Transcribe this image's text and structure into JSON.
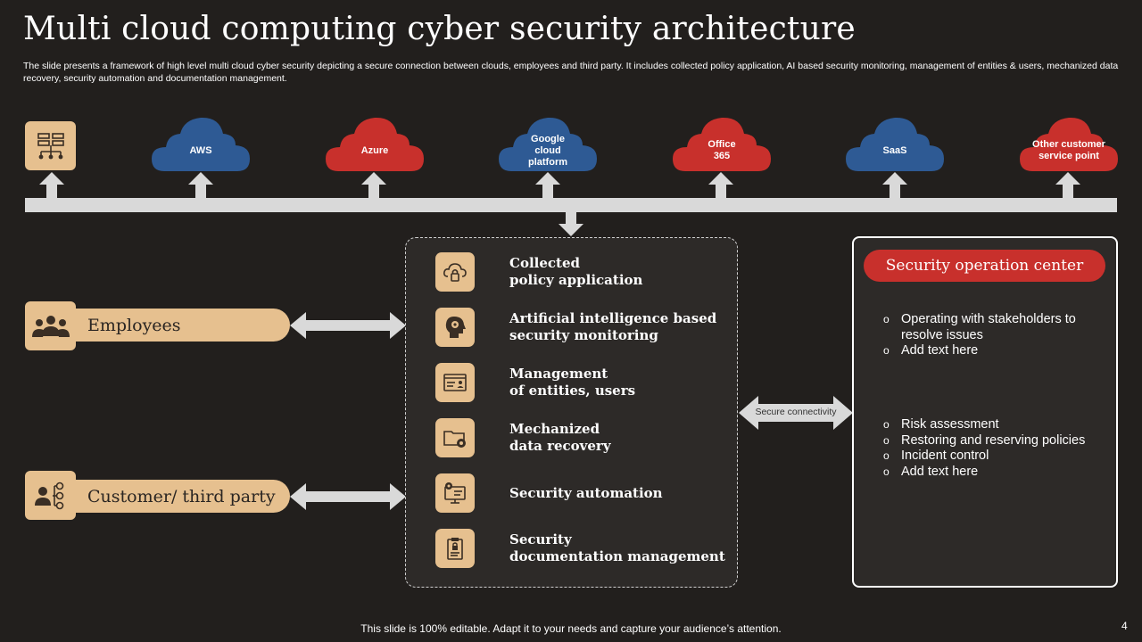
{
  "title": "Multi cloud computing cyber security architecture",
  "subtitle": "The slide presents a framework of high level multi cloud cyber security depicting a secure connection between clouds, employees and third party. It includes collected policy application, AI based security monitoring, management of entities & users, mechanized data recovery, security automation and documentation management.",
  "colors": {
    "background": "#221f1d",
    "tan": "#e6c08f",
    "blue": "#2e5a94",
    "red": "#c8302c",
    "arrow": "#d9d9d9"
  },
  "top_icon": {
    "icon": "network-server-icon"
  },
  "clouds": [
    {
      "label": "AWS",
      "color": "blue"
    },
    {
      "label": "Azure",
      "color": "red"
    },
    {
      "label": "Google\ncloud\nplatform",
      "color": "blue"
    },
    {
      "label": "Office\n365",
      "color": "red"
    },
    {
      "label": "SaaS",
      "color": "blue"
    },
    {
      "label": "Other customer\nservice point",
      "color": "red"
    }
  ],
  "left": {
    "employees": {
      "label": "Employees",
      "icon": "people-group-icon"
    },
    "customer": {
      "label": "Customer/ third party",
      "icon": "user-network-icon"
    }
  },
  "middle_items": [
    {
      "label": "Collected\npolicy application",
      "icon": "cloud-lock-icon"
    },
    {
      "label": "Artificial intelligence based\nsecurity monitoring",
      "icon": "ai-head-icon"
    },
    {
      "label": "Management\nof entities, users",
      "icon": "user-panel-icon"
    },
    {
      "label": "Mechanized\ndata recovery",
      "icon": "folder-gear-icon"
    },
    {
      "label": "Security automation",
      "icon": "monitor-gear-icon"
    },
    {
      "label": "Security\ndocumentation management",
      "icon": "clipboard-lock-icon"
    }
  ],
  "secure_connectivity": "Secure connectivity",
  "soc": {
    "title": "Security operation center",
    "group1": [
      "Operating with stakeholders to resolve issues",
      "Add text here"
    ],
    "group2": [
      "Risk assessment",
      "Restoring and reserving policies",
      "Incident control",
      "Add text here"
    ]
  },
  "footer": "This slide is 100% editable. Adapt it to your needs and capture your audience’s attention.",
  "page_number": "4"
}
